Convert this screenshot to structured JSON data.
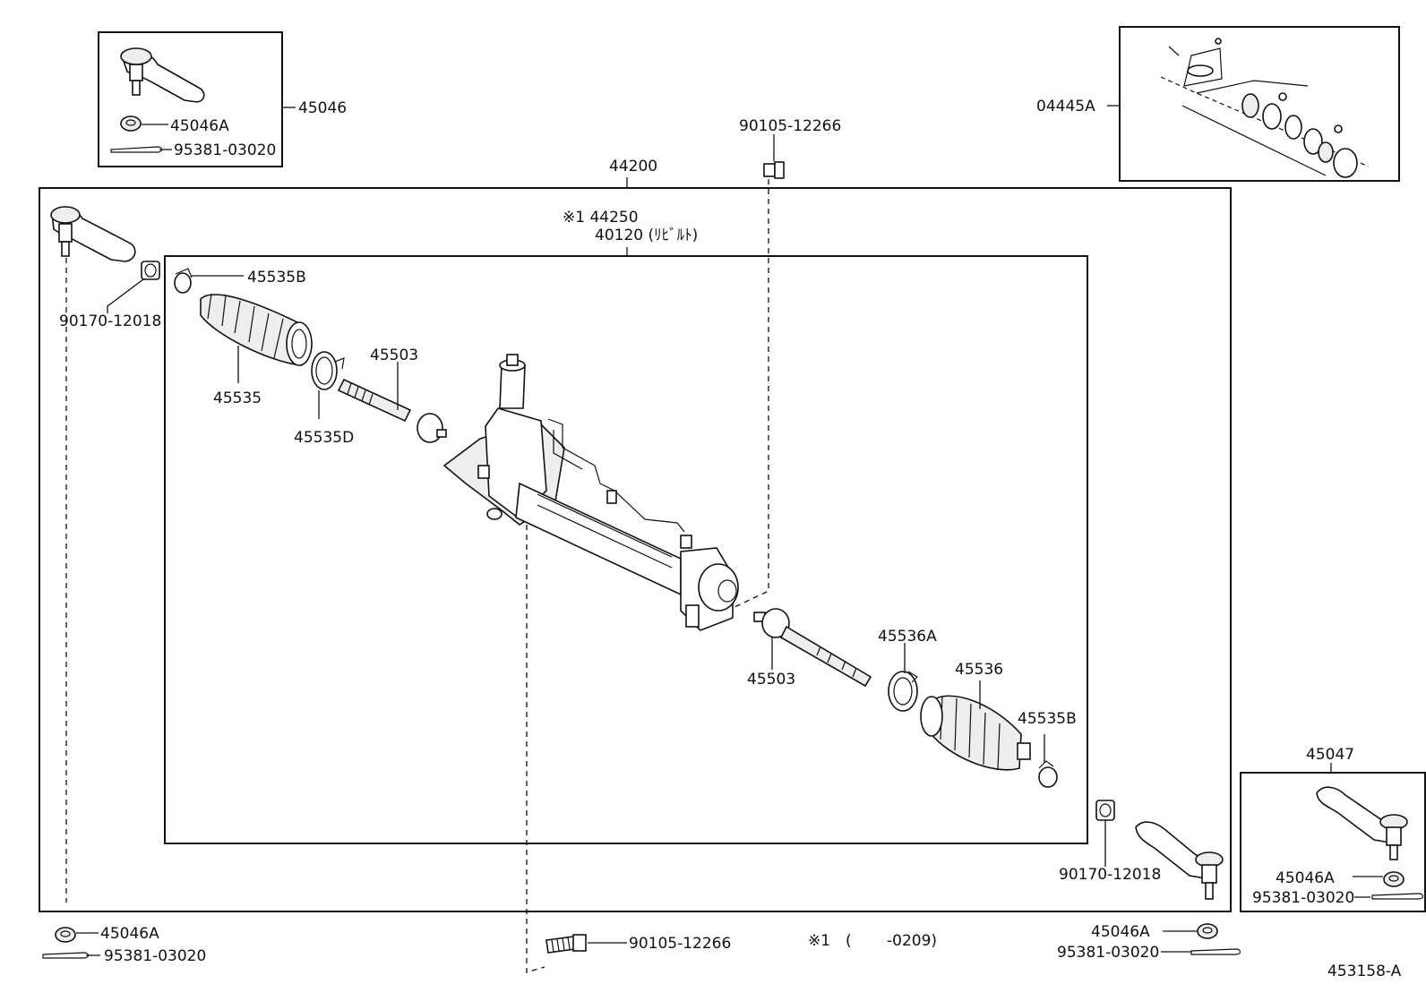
{
  "labels": {
    "tie_end_kit_lh": "45046",
    "nut_lh_box": "45046A",
    "pin_lh_box": "95381-03020",
    "gear_assy": "44200",
    "bolt_top": "90105-12266",
    "gasket_kit": "04445A",
    "rebuilt_note_line1": "※1 44250",
    "rebuilt_note_line2": "40120 (ﾘﾋﾞﾙﾄ)",
    "boot_clamp_lh": "45535B",
    "lock_nut_lh": "90170-12018",
    "boot_lh": "45535",
    "boot_clip_lh": "45535D",
    "rack_end_lh": "45503",
    "rack_end_rh": "45503",
    "boot_clip_rh": "45536A",
    "boot_rh": "45536",
    "boot_clamp_rh": "45535B",
    "tie_end_kit_rh": "45047",
    "nut_rh_box": "45046A",
    "pin_rh_box": "95381-03020",
    "lock_nut_rh": "90170-12018",
    "nut_lh_bottom": "45046A",
    "pin_lh_bottom": "95381-03020",
    "bolt_bottom": "90105-12266",
    "footnote_mark": "※1",
    "footnote_paren": "(",
    "footnote_range": "-0209)",
    "nut_rh_bottom": "45046A",
    "pin_rh_bottom": "95381-03020",
    "figure_id": "453158-A"
  }
}
